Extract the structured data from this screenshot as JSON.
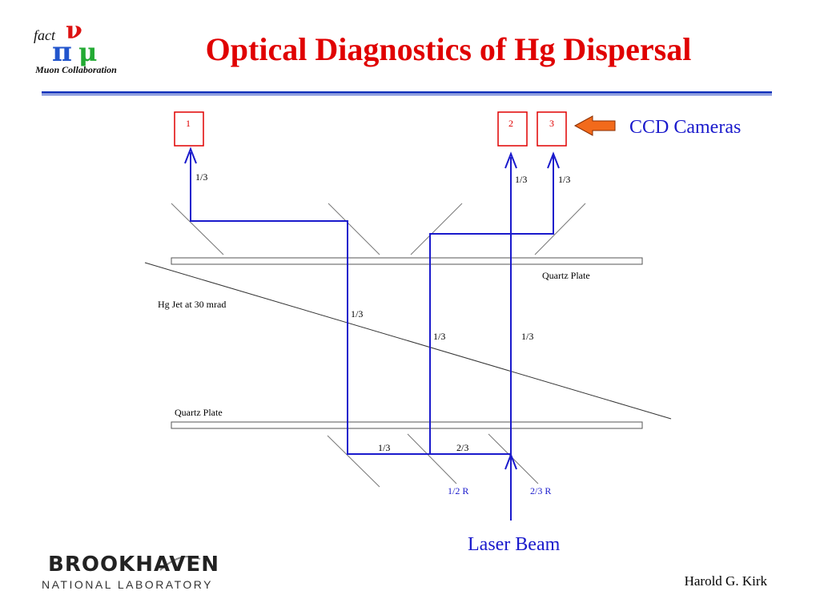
{
  "slide": {
    "title": "Optical Diagnostics of Hg Dispersal",
    "author": "Harold G. Kirk",
    "colors": {
      "title": "#e00000",
      "rule": "#1f3fbf",
      "beam": "#1a1acc",
      "arrow_fill": "#f26a1b"
    }
  },
  "logo": {
    "icon": "neutrino-factory-logo",
    "text_fact": "fact",
    "text_main": "Muon Collaboration"
  },
  "footer_logo": {
    "icon": "brookhaven-logo",
    "name": "BROOKHAVEN",
    "sub": "NATIONAL LABORATORY"
  },
  "diagram": {
    "cameras": [
      "1",
      "2",
      "3"
    ],
    "camera_label": "CCD Cameras",
    "laser_label": "Laser Beam",
    "quartz_top": "Quartz Plate",
    "quartz_bottom": "Quartz Plate",
    "jet_label": "Hg Jet at 30 mrad",
    "fractions": {
      "cam1": "1/3",
      "cam2": "1/3",
      "cam3": "1/3",
      "vert_left": "1/3",
      "vert_mid": "1/3",
      "vert_right": "1/3",
      "bottom_left": "1/3",
      "bottom_mid": "2/3"
    },
    "splitters": [
      "1/2 R",
      "2/3 R"
    ]
  }
}
